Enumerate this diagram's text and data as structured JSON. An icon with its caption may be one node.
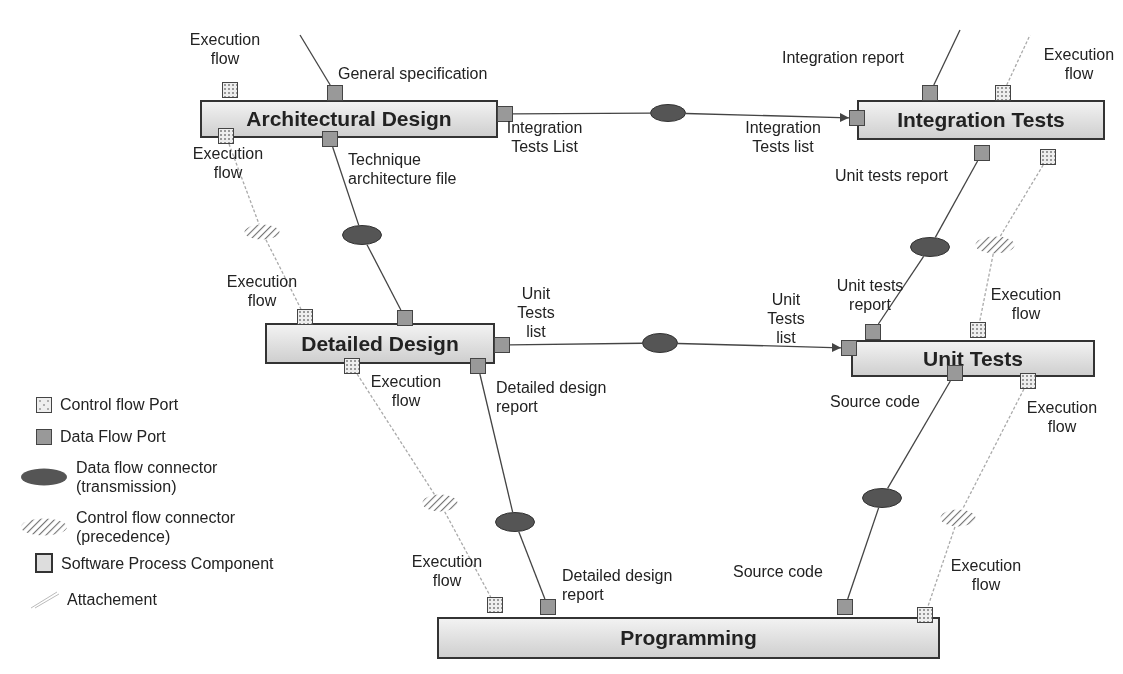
{
  "diagram": {
    "nodes": [
      {
        "text": [
          "Architectural Design"
        ]
      },
      {
        "text": [],
        "shape": "box",
        "beside": [
          "Execution flow"
        ]
      },
      {
        "text": [],
        "shape": "box",
        "beside": [
          "General specification"
        ]
      },
      {
        "text": [],
        "shape": "box",
        "beside": [
          "Integration Tests List"
        ]
      },
      {
        "text": [],
        "shape": "box",
        "beside": [
          "Execution flow"
        ]
      },
      {
        "text": [],
        "shape": "box",
        "beside": [
          "Technique architecture file"
        ]
      },
      {
        "text": [],
        "shape": "ellipse"
      },
      {
        "text": [
          "Integration Tests"
        ]
      },
      {
        "text": [],
        "shape": "box",
        "beside": [
          "Integration Tests list"
        ]
      },
      {
        "text": [],
        "shape": "box",
        "beside": [
          "Integration report"
        ]
      },
      {
        "text": [],
        "shape": "box",
        "beside": [
          "Execution flow"
        ]
      },
      {
        "text": [],
        "shape": "box",
        "beside": [
          "Unit tests report"
        ]
      },
      {
        "text": [],
        "shape": "box"
      },
      {
        "text": [],
        "shape": "ellipse"
      },
      {
        "text": [],
        "shape": "ellipse"
      },
      {
        "text": [],
        "shape": "ellipse"
      },
      {
        "text": [],
        "shape": "ellipse"
      },
      {
        "text": [
          "Detailed Design"
        ]
      },
      {
        "text": [],
        "shape": "box",
        "beside": [
          "Execution flow"
        ]
      },
      {
        "text": [],
        "shape": "box"
      },
      {
        "text": [],
        "shape": "box",
        "beside": [
          "Unit Tests list"
        ]
      },
      {
        "text": [],
        "shape": "box",
        "beside": [
          "Detailed design report"
        ]
      },
      {
        "text": [],
        "shape": "box",
        "beside": [
          "Execution flow"
        ]
      },
      {
        "text": [],
        "shape": "ellipse"
      },
      {
        "text": [
          "Unit Tests"
        ]
      },
      {
        "text": [],
        "shape": "box",
        "beside": [
          "Unit Tests list"
        ]
      },
      {
        "text": [],
        "shape": "box",
        "beside": [
          "Unit tests report"
        ]
      },
      {
        "text": [],
        "shape": "box",
        "beside": [
          "Execution flow"
        ]
      },
      {
        "text": [],
        "shape": "box"
      },
      {
        "text": [],
        "shape": "box",
        "beside": [
          "Execution flow"
        ]
      },
      {
        "text": [],
        "shape": "ellipse"
      },
      {
        "text": [],
        "shape": "ellipse"
      },
      {
        "text": [],
        "shape": "ellipse"
      },
      {
        "text": [],
        "shape": "ellipse"
      },
      {
        "text": [
          "Programming"
        ]
      },
      {
        "text": [],
        "shape": "box",
        "beside": [
          "Execution flow"
        ]
      },
      {
        "text": [],
        "shape": "box",
        "beside": [
          "Detailed design report"
        ]
      },
      {
        "text": [],
        "shape": "box",
        "beside": [
          "Source code"
        ]
      },
      {
        "text": [],
        "shape": "box",
        "beside": [
          "Execution flow"
        ]
      }
    ],
    "edges": [
      {
        "from": 2,
        "to": null,
        "arrow": "none"
      },
      {
        "from": 3,
        "to": 6,
        "arrow": "none"
      },
      {
        "from": 6,
        "to": 8,
        "arrow": "to"
      },
      {
        "from": 9,
        "to": null,
        "arrow": "none"
      },
      {
        "from": 10,
        "to": null,
        "arrow": "none",
        "style": "dashed",
        "color": "#aaaaaa"
      },
      {
        "from": 5,
        "to": 14,
        "arrow": "none"
      },
      {
        "from": 14,
        "to": 19,
        "arrow": "none"
      },
      {
        "from": 4,
        "to": 13,
        "arrow": "none",
        "style": "dashed",
        "color": "#aaaaaa"
      },
      {
        "from": 13,
        "to": 18,
        "arrow": "none",
        "style": "dashed",
        "color": "#aaaaaa"
      },
      {
        "from": 11,
        "to": 15,
        "arrow": "none"
      },
      {
        "from": 15,
        "to": 26,
        "arrow": "none"
      },
      {
        "from": 12,
        "to": 16,
        "arrow": "none",
        "style": "dashed",
        "color": "#aaaaaa"
      },
      {
        "from": 16,
        "to": 27,
        "arrow": "none",
        "style": "dashed",
        "color": "#aaaaaa"
      },
      {
        "from": 20,
        "to": 23,
        "arrow": "none"
      },
      {
        "from": 23,
        "to": 25,
        "arrow": "to"
      },
      {
        "from": 21,
        "to": 31,
        "arrow": "none"
      },
      {
        "from": 31,
        "to": 36,
        "arrow": "none"
      },
      {
        "from": 22,
        "to": 30,
        "arrow": "none",
        "style": "dashed",
        "color": "#aaaaaa"
      },
      {
        "from": 30,
        "to": 35,
        "arrow": "none",
        "style": "dashed",
        "color": "#aaaaaa"
      },
      {
        "from": 28,
        "to": 32,
        "arrow": "none"
      },
      {
        "from": 32,
        "to": 37,
        "arrow": "none"
      },
      {
        "from": 29,
        "to": 33,
        "arrow": "none",
        "style": "dashed",
        "color": "#aaaaaa"
      },
      {
        "from": 33,
        "to": 38,
        "arrow": "none",
        "style": "dashed",
        "color": "#aaaaaa"
      }
    ],
    "labels": [
      "Source code"
    ],
    "legend": [
      {
        "text": "Control flow Port"
      },
      {
        "text": "Data Flow Port"
      },
      {
        "text": "Data flow connector (transmission)"
      },
      {
        "text": "Control flow connector (precedence)"
      },
      {
        "text": "Software Process Component"
      },
      {
        "text": "Attachement"
      }
    ]
  }
}
